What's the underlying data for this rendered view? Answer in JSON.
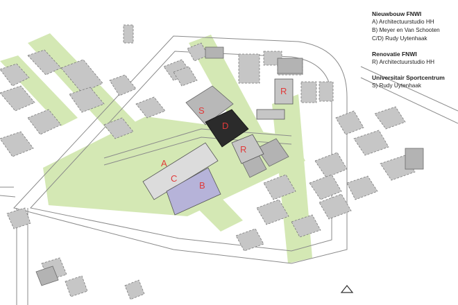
{
  "legend": {
    "groups": [
      {
        "heading": "Nieuwbouw FNWI",
        "items": [
          "A) Architectuurstudio HH",
          "B) Meyer en Van Schooten",
          "C/D) Rudy Uytenhaak"
        ]
      },
      {
        "heading": "Renovatie FNWI",
        "items": [
          "R) Architectuurstudio HH"
        ]
      },
      {
        "heading": "Universitair Sportcentrum",
        "items": [
          "S) Rudy Uytenhaak"
        ]
      }
    ]
  },
  "map_labels": {
    "a": "A",
    "b": "B",
    "c": "C",
    "d": "D",
    "r": "R",
    "s": "S"
  },
  "colors": {
    "green_strip": "#d4e8b4",
    "building_gray": "#c6c6c6",
    "building_dark": "#2b2b2b",
    "building_purple": "#b6b3d9",
    "label_red": "#e03a3a",
    "road_line": "#8a8a8a"
  },
  "icons": [
    "north-arrow-icon"
  ]
}
